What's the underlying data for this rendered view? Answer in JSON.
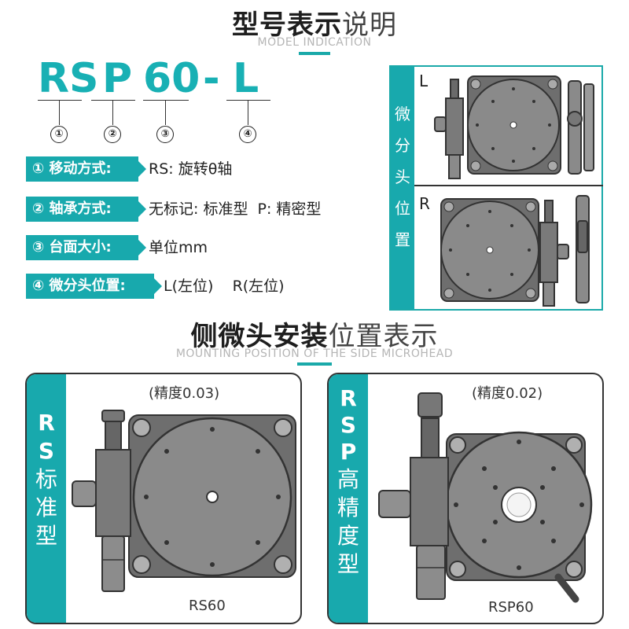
{
  "model_section": {
    "title_bold": "型号表示",
    "title_light": "说明",
    "subtitle": "MODEL INDICATION",
    "code_parts": [
      "RS",
      "P",
      "60",
      "-",
      "L"
    ],
    "markers": [
      "①",
      "②",
      "③",
      "④"
    ]
  },
  "legend": [
    {
      "label": "① 移动方式:",
      "value": "RS: 旋转θ轴"
    },
    {
      "label": "② 轴承方式:",
      "value": "无标记: 标准型  P: 精密型"
    },
    {
      "label": "③ 台面大小:",
      "value": "单位mm"
    },
    {
      "label": "④ 微分头位置:",
      "value": "L(左位)    R(左位)"
    }
  ],
  "position_panel": {
    "side_label": [
      "微",
      "分",
      "头",
      "位",
      "置"
    ],
    "top_label": "L",
    "bottom_label": "R"
  },
  "mount_section": {
    "title_bold": "侧微头安装",
    "title_light": "位置表示",
    "subtitle": "MOUNTING POSITION OF THE SIDE MICROHEAD"
  },
  "cards": [
    {
      "bar_bold": [
        "R",
        "S"
      ],
      "bar_light": [
        "标",
        "准",
        "型"
      ],
      "precision": "(精度0.03)",
      "caption": "RS60"
    },
    {
      "bar_bold": [
        "R",
        "S",
        "P"
      ],
      "bar_light": [
        "高",
        "精",
        "度",
        "型"
      ],
      "precision": "(精度0.02)",
      "caption": "RSP60"
    }
  ],
  "colors": {
    "accent": "#18a9ad",
    "metal": "#7a7a7a",
    "metal_dark": "#5a5a5a"
  }
}
